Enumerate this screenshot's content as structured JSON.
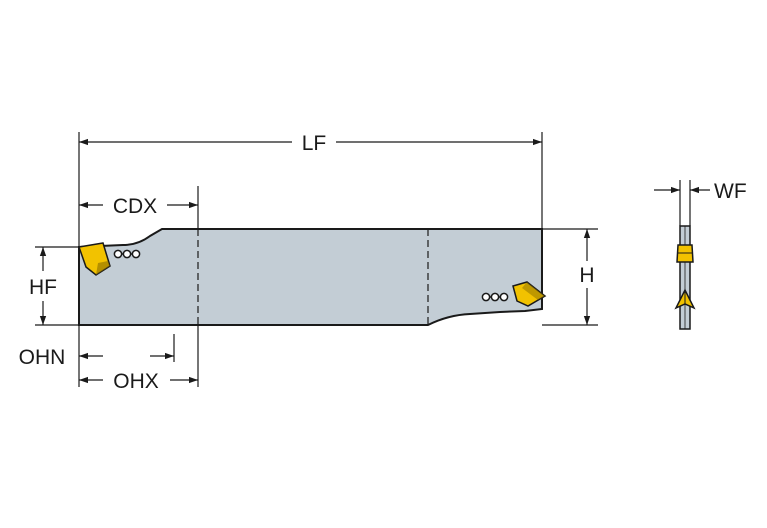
{
  "labels": {
    "lf": "LF",
    "cdx": "CDX",
    "hf": "HF",
    "h": "H",
    "ohn": "OHN",
    "ohx": "OHX",
    "wf": "WF"
  },
  "colors": {
    "blade": "#c3cdd5",
    "outline": "#1a1a1a",
    "insert": "#f2c200",
    "insert_shadow": "#8a6d00",
    "background": "#ffffff"
  }
}
